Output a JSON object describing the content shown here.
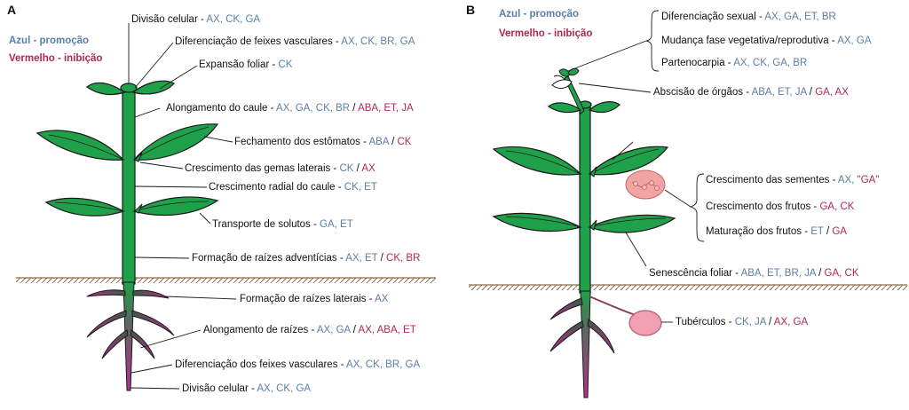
{
  "colors": {
    "promotion": "#5b7ea6",
    "inhibition": "#b0284f",
    "stem": "#1fa04a",
    "outline": "#1a1a1a",
    "soil": "#8a6d4b",
    "seed": "#f0a0a0"
  },
  "panelA": {
    "letter": "A",
    "legend_blue": "Azul - promoção",
    "legend_red": "Vermelho - inibição",
    "labels": [
      {
        "id": "a1",
        "text": "Divisão celular - ",
        "blue": "AX, CK, GA",
        "sep": "",
        "red": ""
      },
      {
        "id": "a2",
        "text": "Diferenciação de feixes vasculares - ",
        "blue": "AX, CK, BR, GA",
        "sep": "",
        "red": ""
      },
      {
        "id": "a3",
        "text": "Expansão foliar - ",
        "blue": "CK",
        "sep": "",
        "red": ""
      },
      {
        "id": "a4",
        "text": "Alongamento do caule - ",
        "blue": "AX, GA, CK, BR",
        "sep": " / ",
        "red": "ABA, ET, JA"
      },
      {
        "id": "a5",
        "text": "Fechamento dos estômatos - ",
        "blue": "ABA",
        "sep": " / ",
        "red": "CK"
      },
      {
        "id": "a6",
        "text": "Crescimento das gemas laterais - ",
        "blue": "CK",
        "sep": " / ",
        "red": "AX"
      },
      {
        "id": "a7",
        "text": "Crescimento radial do caule - ",
        "blue": "CK, ET",
        "sep": "",
        "red": ""
      },
      {
        "id": "a8",
        "text": "Transporte de solutos - ",
        "blue": "GA, ET",
        "sep": "",
        "red": ""
      },
      {
        "id": "a9",
        "text": "Formação de raízes adventícias - ",
        "blue": "AX, ET",
        "sep": " / ",
        "red": "CK, BR"
      },
      {
        "id": "a10",
        "text": "Formação de raízes laterais - ",
        "blue": "AX",
        "sep": "",
        "red": ""
      },
      {
        "id": "a11",
        "text": "Alongamento de raízes - ",
        "blue": "AX, GA",
        "sep": " / ",
        "red": "AX, ABA, ET"
      },
      {
        "id": "a12",
        "text": "Diferenciação dos feixes vasculares - ",
        "blue": "AX, CK, BR, GA",
        "sep": "",
        "red": ""
      },
      {
        "id": "a13",
        "text": "Divisão celular - ",
        "blue": "AX, CK, GA",
        "sep": "",
        "red": ""
      }
    ]
  },
  "panelB": {
    "letter": "B",
    "legend_blue": "Azul - promoção",
    "legend_red": "Vermelho - inibição",
    "labels": [
      {
        "id": "b1",
        "text": "Diferenciação sexual - ",
        "blue": "AX, GA, ET, BR",
        "sep": "",
        "red": ""
      },
      {
        "id": "b2",
        "text": "Mudança fase vegetativa/reprodutiva - ",
        "blue": "AX, GA",
        "sep": "",
        "red": ""
      },
      {
        "id": "b3",
        "text": "Partenocarpia - ",
        "blue": "AX, CK, GA, BR",
        "sep": "",
        "red": ""
      },
      {
        "id": "b4",
        "text": "Abscisão de órgãos - ",
        "blue": "ABA, ET, JA",
        "sep": " / ",
        "red": "GA, AX"
      },
      {
        "id": "b5",
        "text": "Crescimento das sementes - ",
        "blue": "AX, ",
        "sep": "",
        "red": "\"GA\""
      },
      {
        "id": "b6",
        "text": "Crescimento dos frutos - ",
        "blue": "",
        "sep": "",
        "red": "GA, CK"
      },
      {
        "id": "b7",
        "text": "Maturação dos frutos - ",
        "blue": "ET",
        "sep": " / ",
        "red": "GA"
      },
      {
        "id": "b8",
        "text": "Senescência foliar - ",
        "blue": "ABA, ET, BR, JA",
        "sep": " / ",
        "red": "GA, CK"
      },
      {
        "id": "b9",
        "text": "Tubérculos - ",
        "blue": "CK, JA",
        "sep": " / ",
        "red": "AX, GA"
      }
    ]
  }
}
